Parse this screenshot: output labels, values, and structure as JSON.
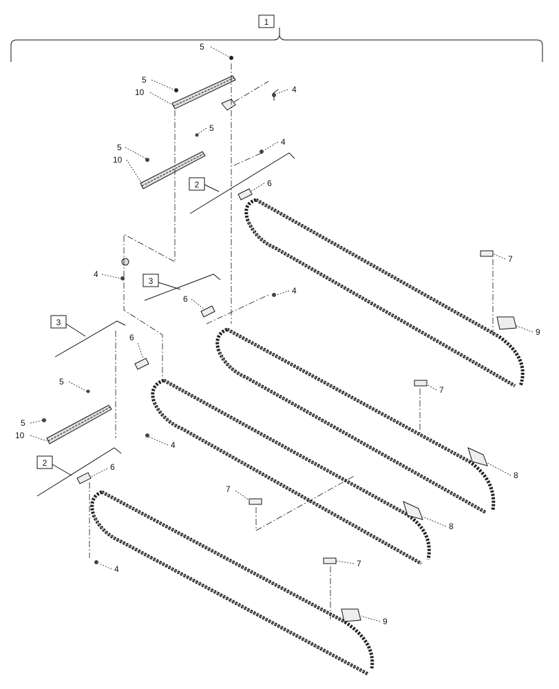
{
  "callouts": {
    "c1": "1",
    "c2a": "2",
    "c2b": "2",
    "c3a": "3",
    "c3b": "3",
    "c4a": "4",
    "c4b": "4",
    "c4c": "4",
    "c4d": "4",
    "c4e": "4",
    "c4f": "4",
    "c5a": "5",
    "c5b": "5",
    "c5c": "5",
    "c5d": "5",
    "c5e": "5",
    "c5f": "5",
    "c6a": "6",
    "c6b": "6",
    "c6c": "6",
    "c6d": "6",
    "c7a": "7",
    "c7b": "7",
    "c7c": "7",
    "c7d": "7",
    "c8a": "8",
    "c8b": "8",
    "c9a": "9",
    "c9b": "9",
    "c10a": "10",
    "c10b": "10",
    "c10c": "10"
  }
}
